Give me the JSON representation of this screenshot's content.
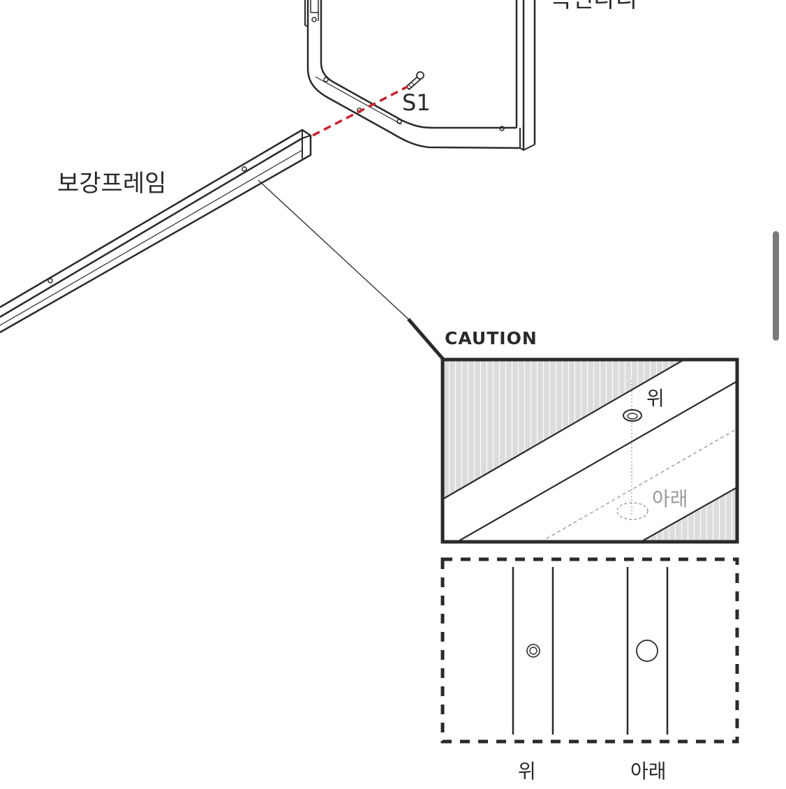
{
  "diagram": {
    "labels": {
      "top_part_cut": "측면다리",
      "frame": "보강프레임",
      "screw": "S1"
    },
    "caution": {
      "title": "CAUTION",
      "top_hole": "위",
      "bottom_hole": "아래"
    },
    "comparison": {
      "top_label": "위",
      "bottom_label": "아래"
    }
  },
  "colors": {
    "line": "#2a2a2a",
    "dashed_guide": "#c8242e",
    "hatch_fill": "#dcdcdc",
    "muted_text": "#9a9a9a"
  }
}
